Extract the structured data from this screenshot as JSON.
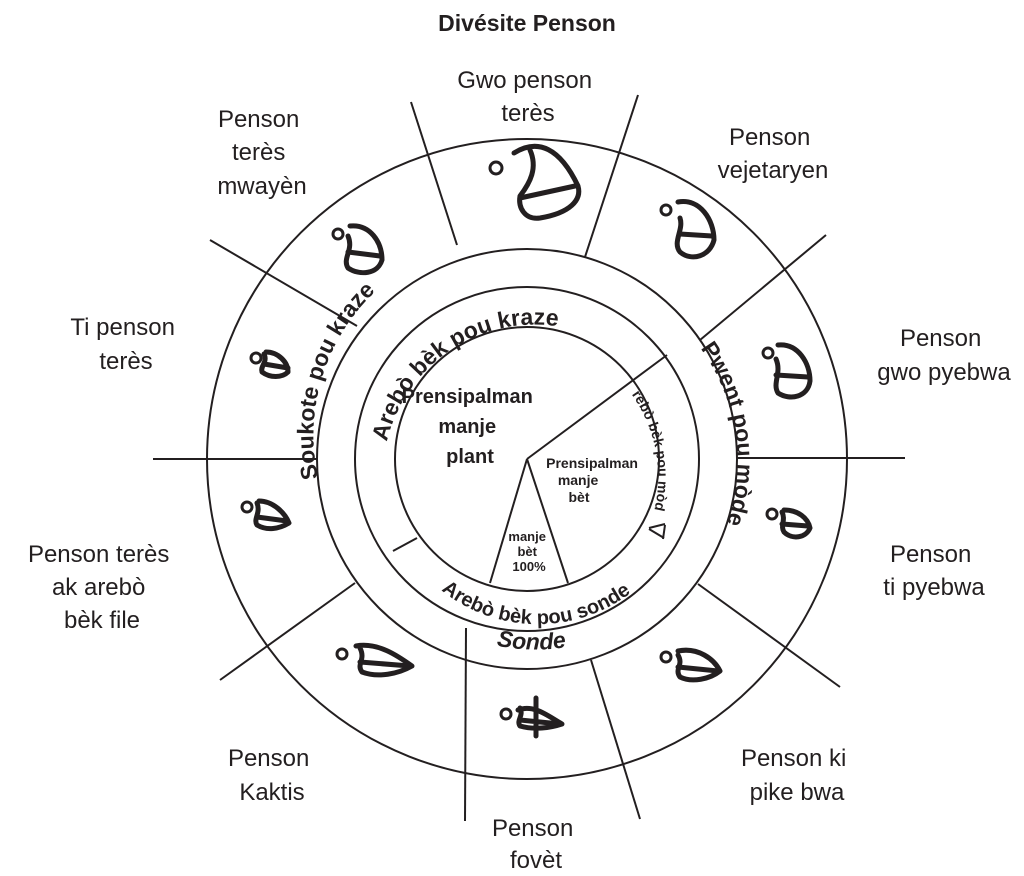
{
  "title": "Divésite Penson",
  "outer_labels": [
    {
      "id": "gwo-penson-teres",
      "lines": [
        "Gwo penson",
        "terès"
      ]
    },
    {
      "id": "penson-vejetaryen",
      "lines": [
        "Penson",
        "vejetaryen"
      ]
    },
    {
      "id": "penson-gwo-pyebwa",
      "lines": [
        "Penson",
        "gwo pyebwa"
      ]
    },
    {
      "id": "penson-ti-pyebwa",
      "lines": [
        "Penson",
        "ti pyebwa"
      ]
    },
    {
      "id": "penson-ki-pike-bwa",
      "lines": [
        "Penson ki",
        "pike bwa"
      ]
    },
    {
      "id": "penson-fovet",
      "lines": [
        "Penson",
        "fovèt"
      ]
    },
    {
      "id": "penson-kaktis",
      "lines": [
        "Penson",
        "Kaktis"
      ]
    },
    {
      "id": "penson-teres-ak-arebo",
      "lines": [
        "Penson terès",
        "ak arebò",
        "bèk file"
      ]
    },
    {
      "id": "ti-penson-teres",
      "lines": [
        "Ti penson",
        "terès"
      ]
    },
    {
      "id": "penson-teres-mwayen",
      "lines": [
        "Penson",
        "terès",
        "mwayèn"
      ]
    }
  ],
  "ring_labels": {
    "soukote": "Soukote pou kraze",
    "arebo_kraze": "Arebò bèk pou kraze",
    "pwent_pou_mode": "Pwent pou mòde",
    "arebo_pou_mode": "Arebò bèk pou mòde",
    "arebo_pou_sonde": "Arebò bèk pou sonde",
    "sonde": "Sonde"
  },
  "center_labels": {
    "plant": [
      "Prensipalman",
      "manje",
      "plant"
    ],
    "bet": [
      "Prensipalman",
      "manje",
      "bèt"
    ],
    "bet_100": [
      "manje",
      "bèt",
      "100%"
    ]
  }
}
